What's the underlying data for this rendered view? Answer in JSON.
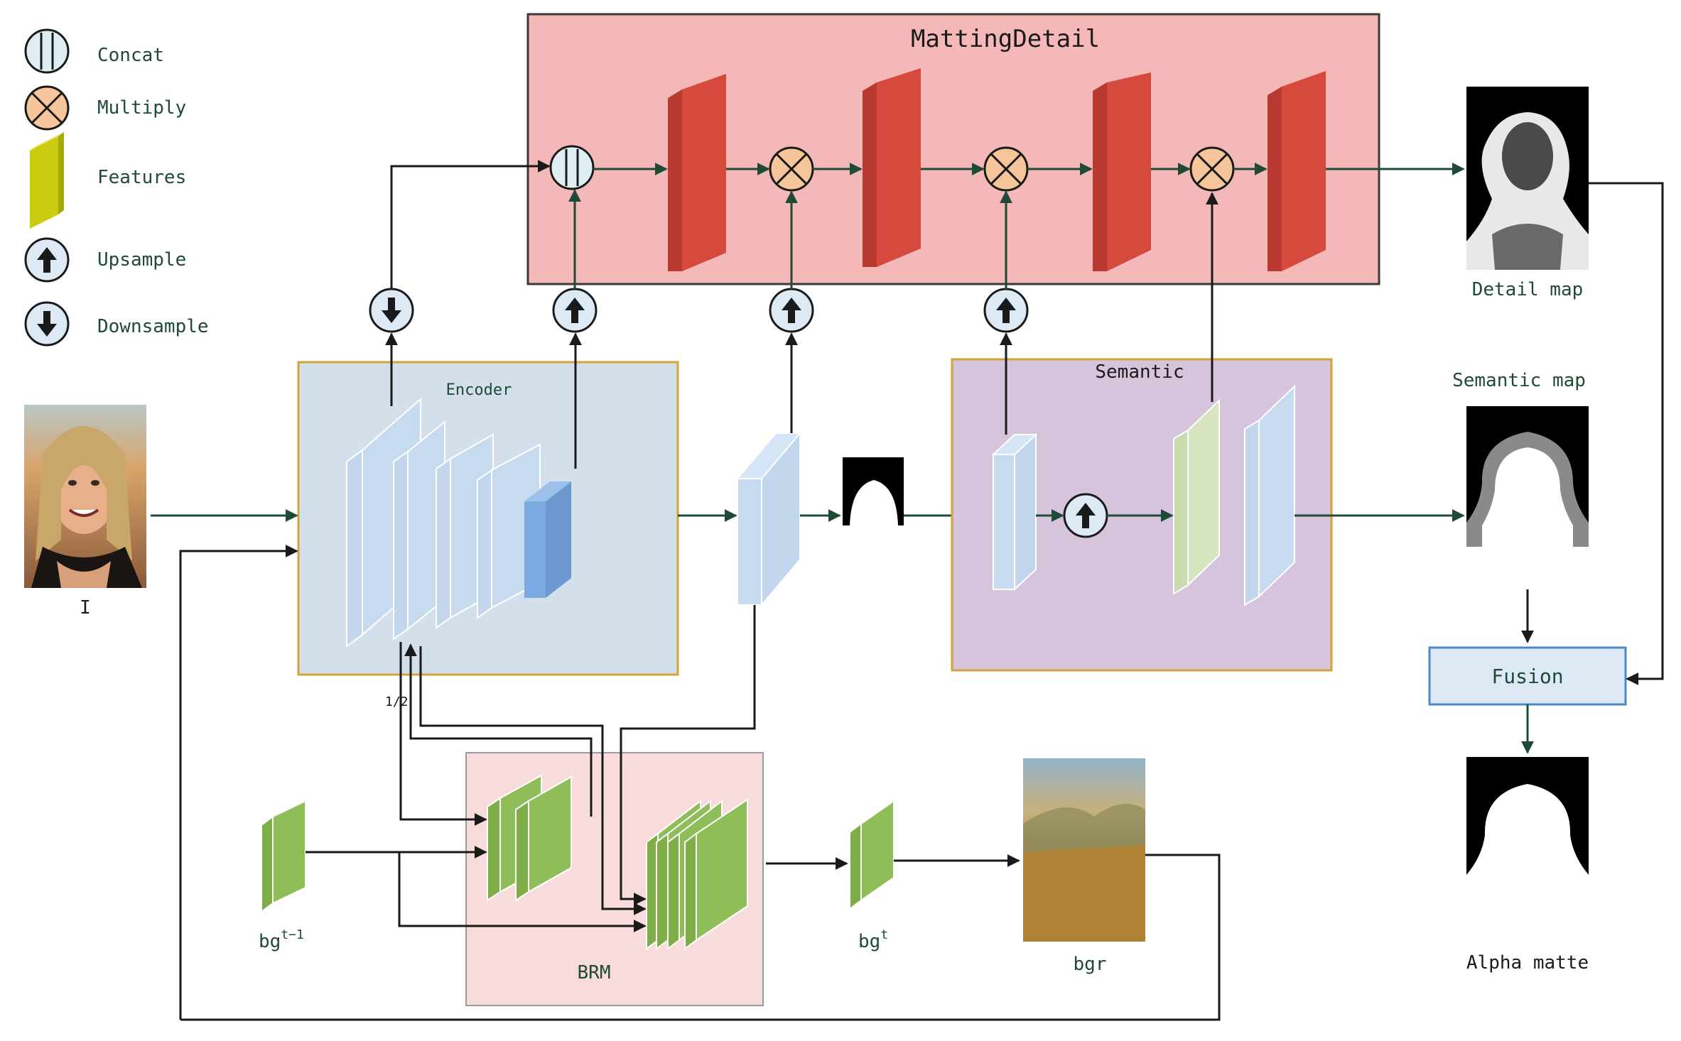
{
  "legend": {
    "concat": "Concat",
    "multiply": "Multiply",
    "features": "Features",
    "upsample": "Upsample",
    "downsample": "Downsample"
  },
  "blocks": {
    "matting_detail": "MattingDetail",
    "encoder": "Encoder",
    "semantic": "Semantic",
    "brm": "BRM",
    "fusion": "Fusion"
  },
  "labels": {
    "input": "I",
    "half": "1/2",
    "bg_prev_base": "bg",
    "bg_prev_sup": "t−1",
    "bg_t_base": "bg",
    "bg_t_sup": "t",
    "bgr": "bgr",
    "detail_map": "Detail map",
    "semantic_map": "Semantic map",
    "alpha_matte": "Alpha matte"
  },
  "colors": {
    "matting_bg": "#f4b8b8",
    "encoder_bg": "#d3e0ec",
    "semantic_bg": "#d6c3dc",
    "brm_bg": "#f8dcdc",
    "fusion_bg": "#dde9f5",
    "red_feature": "#d64a3e",
    "blue_feature": "#c6daf0",
    "green_feature": "#8fbd58",
    "yellow_feature": "#c9cc10",
    "arrow_green": "#1f4a35"
  }
}
